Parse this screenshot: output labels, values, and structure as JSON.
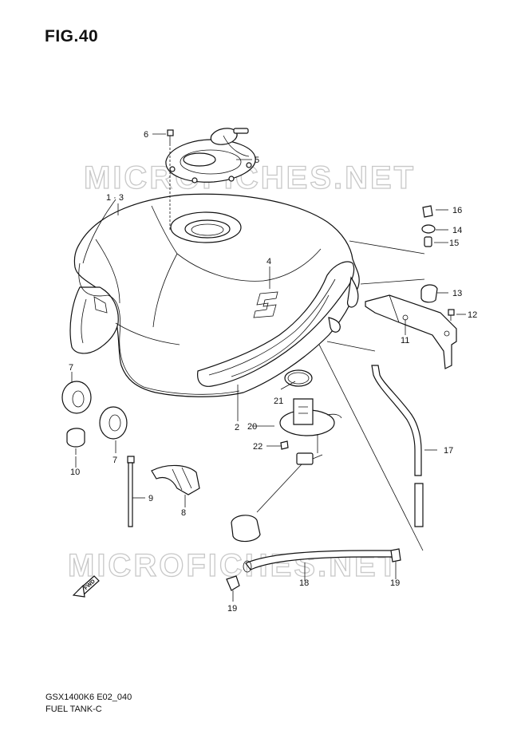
{
  "figure": {
    "title": "FIG.40"
  },
  "watermark": {
    "text": "MICROFICHES.NET"
  },
  "footer": {
    "model_code": "GSX1400K6 E02_040",
    "section_name": "FUEL TANK-C"
  },
  "direction_marker": {
    "text": "FWD"
  },
  "callouts": [
    {
      "id": "c6",
      "text": "6"
    },
    {
      "id": "c5",
      "text": "5"
    },
    {
      "id": "c1-3",
      "text": "1 · 3"
    },
    {
      "id": "c16",
      "text": "16"
    },
    {
      "id": "c14",
      "text": "14"
    },
    {
      "id": "c15",
      "text": "15"
    },
    {
      "id": "c4",
      "text": "4"
    },
    {
      "id": "c13",
      "text": "13"
    },
    {
      "id": "c12",
      "text": "12"
    },
    {
      "id": "c11",
      "text": "11"
    },
    {
      "id": "c7a",
      "text": "7"
    },
    {
      "id": "c21",
      "text": "21"
    },
    {
      "id": "c2",
      "text": "2"
    },
    {
      "id": "c20",
      "text": "20"
    },
    {
      "id": "c22",
      "text": "22"
    },
    {
      "id": "c17",
      "text": "17"
    },
    {
      "id": "c7b",
      "text": "7"
    },
    {
      "id": "c10",
      "text": "10"
    },
    {
      "id": "c9",
      "text": "9"
    },
    {
      "id": "c8",
      "text": "8"
    },
    {
      "id": "c18",
      "text": "18"
    },
    {
      "id": "c19a",
      "text": "19"
    },
    {
      "id": "c19b",
      "text": "19"
    }
  ]
}
